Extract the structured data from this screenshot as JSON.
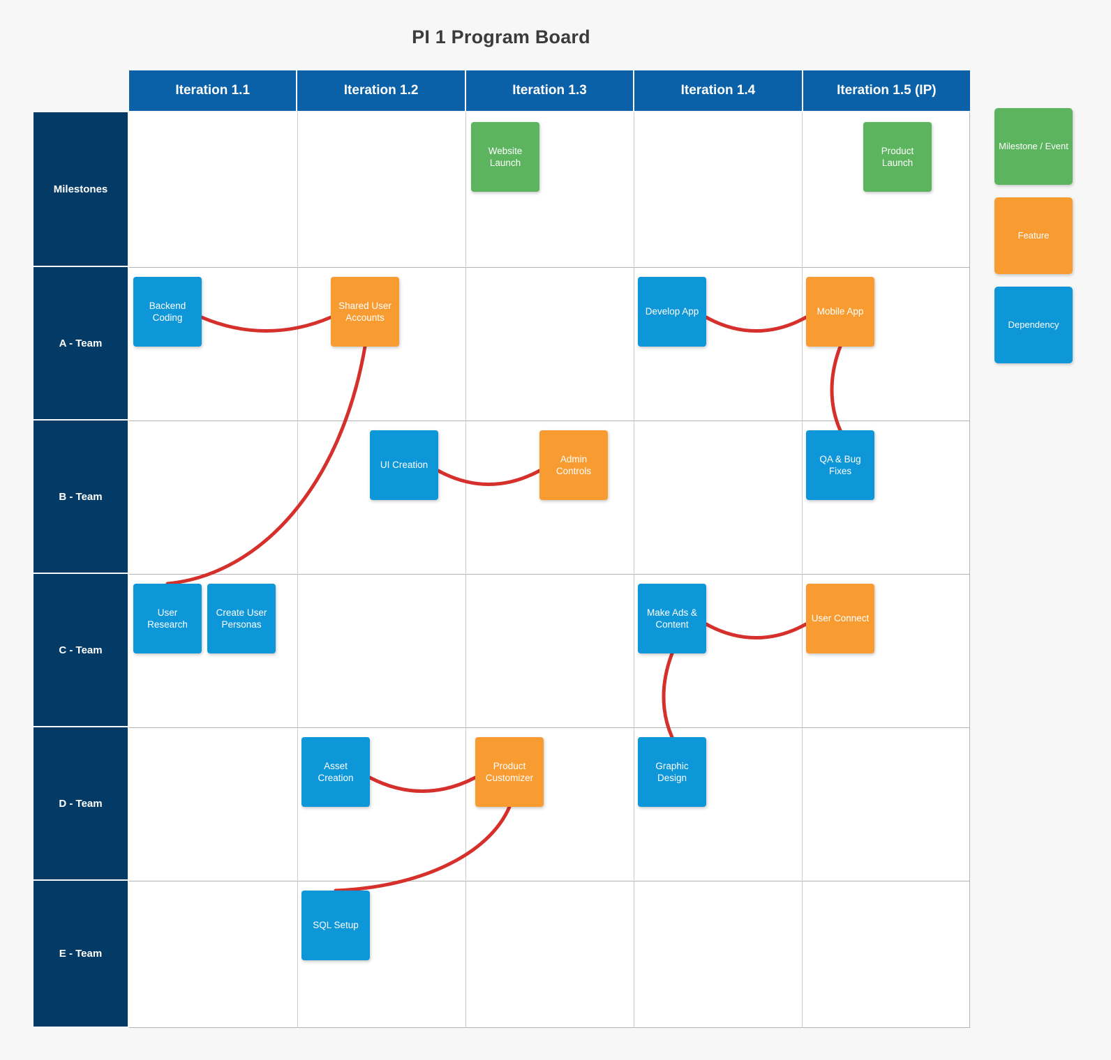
{
  "board": {
    "title": "PI 1 Program Board",
    "columns": [
      {
        "label": "Iteration 1.1"
      },
      {
        "label": "Iteration 1.2"
      },
      {
        "label": "Iteration 1.3"
      },
      {
        "label": "Iteration 1.4"
      },
      {
        "label": "Iteration 1.5 (IP)"
      }
    ],
    "rows": [
      {
        "label": "Milestones"
      },
      {
        "label": "A - Team"
      },
      {
        "label": "B - Team"
      },
      {
        "label": "C - Team"
      },
      {
        "label": "D - Team"
      },
      {
        "label": "E - Team"
      }
    ],
    "cards": [
      {
        "label": "Website Launch",
        "type": "milestone",
        "row": "Milestones",
        "column": "Iteration 1.3"
      },
      {
        "label": "Product Launch",
        "type": "milestone",
        "row": "Milestones",
        "column": "Iteration 1.5 (IP)"
      },
      {
        "label": "Backend Coding",
        "type": "dependency",
        "row": "A - Team",
        "column": "Iteration 1.1"
      },
      {
        "label": "Shared User Accounts",
        "type": "feature",
        "row": "A - Team",
        "column": "Iteration 1.2"
      },
      {
        "label": "Develop App",
        "type": "dependency",
        "row": "A - Team",
        "column": "Iteration 1.4"
      },
      {
        "label": "Mobile App",
        "type": "feature",
        "row": "A - Team",
        "column": "Iteration 1.5 (IP)"
      },
      {
        "label": "UI Creation",
        "type": "dependency",
        "row": "B - Team",
        "column": "Iteration 1.2"
      },
      {
        "label": "Admin Controls",
        "type": "feature",
        "row": "B - Team",
        "column": "Iteration 1.3"
      },
      {
        "label": "QA & Bug Fixes",
        "type": "dependency",
        "row": "B - Team",
        "column": "Iteration 1.5 (IP)"
      },
      {
        "label": "User Research",
        "type": "dependency",
        "row": "C - Team",
        "column": "Iteration 1.1"
      },
      {
        "label": "Create User Personas",
        "type": "dependency",
        "row": "C - Team",
        "column": "Iteration 1.1"
      },
      {
        "label": "Make Ads & Content",
        "type": "dependency",
        "row": "C - Team",
        "column": "Iteration 1.4"
      },
      {
        "label": "User Connect",
        "type": "feature",
        "row": "C - Team",
        "column": "Iteration 1.5 (IP)"
      },
      {
        "label": "Asset Creation",
        "type": "dependency",
        "row": "D - Team",
        "column": "Iteration 1.2"
      },
      {
        "label": "Product Customizer",
        "type": "feature",
        "row": "D - Team",
        "column": "Iteration 1.3"
      },
      {
        "label": "Graphic Design",
        "type": "dependency",
        "row": "D - Team",
        "column": "Iteration 1.4"
      },
      {
        "label": "SQL Setup",
        "type": "dependency",
        "row": "E - Team",
        "column": "Iteration 1.2"
      }
    ],
    "dependencies": [
      {
        "from": "Backend Coding",
        "to": "Shared User Accounts"
      },
      {
        "from": "Shared User Accounts",
        "to": "User Research"
      },
      {
        "from": "Develop App",
        "to": "Mobile App"
      },
      {
        "from": "Mobile App",
        "to": "QA & Bug Fixes"
      },
      {
        "from": "UI Creation",
        "to": "Admin Controls"
      },
      {
        "from": "Make Ads & Content",
        "to": "User Connect"
      },
      {
        "from": "Make Ads & Content",
        "to": "Graphic Design"
      },
      {
        "from": "Asset Creation",
        "to": "Product Customizer"
      },
      {
        "from": "Product Customizer",
        "to": "SQL Setup"
      }
    ]
  },
  "legend": {
    "items": [
      {
        "label": "Milestone / Event",
        "type": "milestone"
      },
      {
        "label": "Feature",
        "type": "feature"
      },
      {
        "label": "Dependency",
        "type": "dependency"
      }
    ]
  },
  "colors": {
    "milestone": "#5cb55e",
    "feature": "#f89c32",
    "dependency": "#0d96d8",
    "column_header": "#0a61a8",
    "row_header": "#043a66",
    "dependency_line": "#d6302c",
    "page_background": "#f7f7f7",
    "grid_background": "#ffffff"
  }
}
